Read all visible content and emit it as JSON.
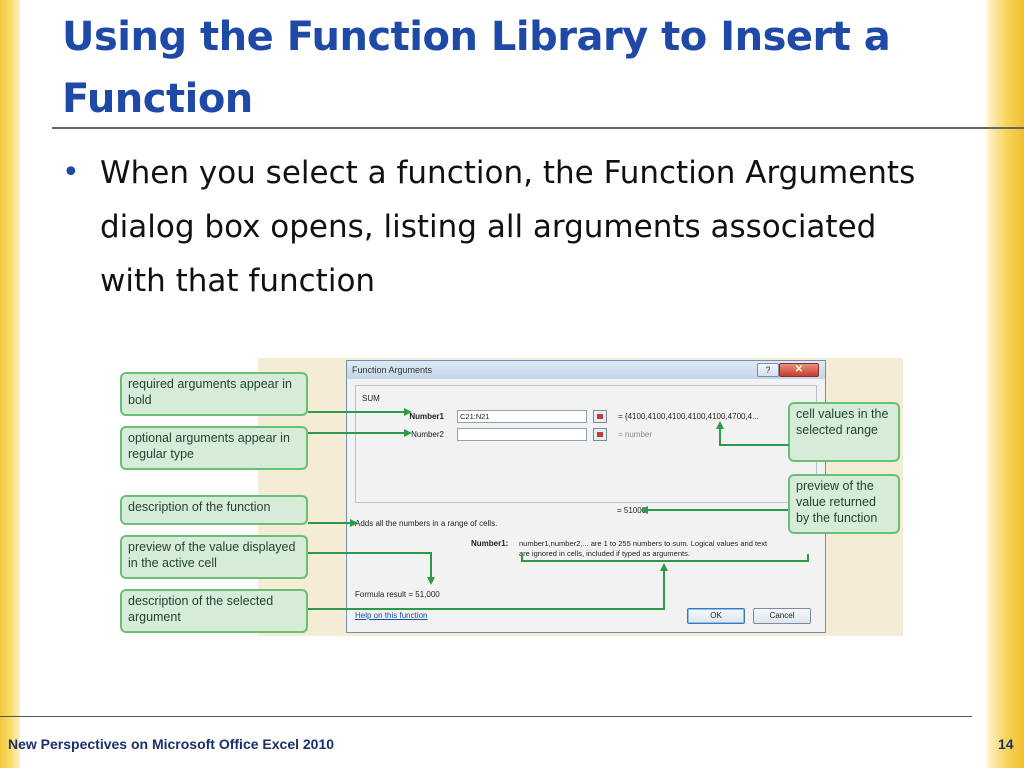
{
  "slide": {
    "title": "Using the Function Library to Insert a Function",
    "bullet": "When you select a function, the Function Arguments dialog box opens, listing all arguments associated with that function",
    "bullet_marker": "•"
  },
  "dialog": {
    "title": "Function Arguments",
    "help_label": "?",
    "close_label": "✕",
    "function_name": "SUM",
    "args": [
      {
        "label": "Number1",
        "value": "C21:N21",
        "result": "= {4100,4100,4100,4100,4100,4700,4...",
        "bold": true
      },
      {
        "label": "Number2",
        "value": "",
        "result": "= number",
        "bold": false
      }
    ],
    "preview_total": "= 51000",
    "description": "Adds all the numbers in a range of cells.",
    "arg_desc_label": "Number1:",
    "arg_desc_text_line1": "number1,number2,... are 1 to 255 numbers to sum. Logical values and text",
    "arg_desc_text_line2": "are ignored in cells, included if typed as arguments.",
    "formula_result": "Formula result =   51,000",
    "help_link": "Help on this function",
    "ok_label": "OK",
    "cancel_label": "Cancel"
  },
  "callouts": {
    "required": "required arguments appear in bold",
    "optional": "optional arguments appear in regular type",
    "description": "description of the function",
    "preview_cell": "preview of the value displayed in the active cell",
    "selected_arg": "description of the selected argument",
    "cell_values": "cell values in the selected range",
    "preview_returned": "preview of the value returned by the function"
  },
  "footer": {
    "text": "New Perspectives on Microsoft Office Excel 2010",
    "page": "14"
  },
  "colors": {
    "title": "#1f49a6",
    "callout_fill": "#d6ecd8",
    "callout_border": "#6bbf74",
    "arrow": "#2c9a49",
    "side_bars": "#f3c83a"
  }
}
